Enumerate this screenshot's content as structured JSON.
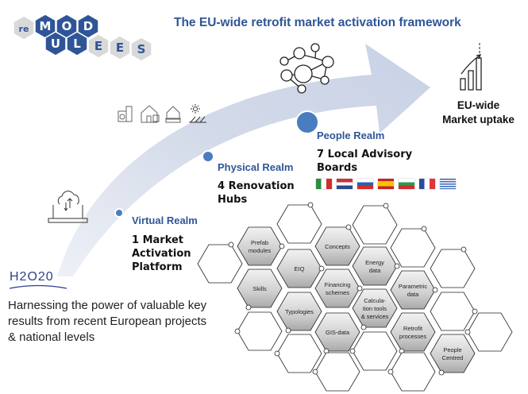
{
  "title": "The EU-wide retrofit market activation framework",
  "logo": {
    "text": "reMODULEES",
    "letters": [
      "re",
      "M",
      "O",
      "D",
      "U",
      "L",
      "E",
      "E",
      "S"
    ]
  },
  "realms": {
    "virtual": {
      "label": "Virtual Realm",
      "lines": [
        "1  Market",
        "Activation",
        "Platform"
      ]
    },
    "physical": {
      "label": "Physical Realm",
      "lines": [
        "4 Renovation",
        "Hubs"
      ]
    },
    "people": {
      "label": "People Realm",
      "lines": [
        "7  Local Advisory",
        "Boards"
      ]
    }
  },
  "uptake": {
    "lines": [
      "EU-wide",
      "Market uptake"
    ]
  },
  "h2020": {
    "logo": "H2O20",
    "text": "Harnessing the power of valuable key results from recent European projects & national levels"
  },
  "flags": [
    "italy",
    "netherlands",
    "slovenia",
    "spain",
    "bulgaria",
    "france",
    "greece"
  ],
  "hexagons": [
    {
      "label": "",
      "filled": false
    },
    {
      "label": "Prefab modules",
      "filled": true
    },
    {
      "label": "Skills",
      "filled": true
    },
    {
      "label": "",
      "filled": false
    },
    {
      "label": "",
      "filled": false
    },
    {
      "label": "EIQ",
      "filled": true
    },
    {
      "label": "Typologies",
      "filled": true
    },
    {
      "label": "",
      "filled": false
    },
    {
      "label": "Concepts",
      "filled": true
    },
    {
      "label": "Financing schemes",
      "filled": true
    },
    {
      "label": "GIS-data",
      "filled": true
    },
    {
      "label": "",
      "filled": false
    },
    {
      "label": "",
      "filled": false
    },
    {
      "label": "Energy data",
      "filled": true
    },
    {
      "label": "Calcula- tion tools & services",
      "filled": true
    },
    {
      "label": "",
      "filled": false
    },
    {
      "label": "",
      "filled": false
    },
    {
      "label": "Parametric data",
      "filled": true
    },
    {
      "label": "Retrofit processes",
      "filled": true
    },
    {
      "label": "",
      "filled": false
    },
    {
      "label": "",
      "filled": false
    },
    {
      "label": "",
      "filled": false
    },
    {
      "label": "People Centred",
      "filled": true
    },
    {
      "label": "",
      "filled": false
    }
  ],
  "colors": {
    "accent": "#2f5597",
    "arrow": "#d5dcea",
    "dot": "#4a7cc0",
    "logo_blue": "#2f5597",
    "logo_grey": "#d9d9d9"
  }
}
